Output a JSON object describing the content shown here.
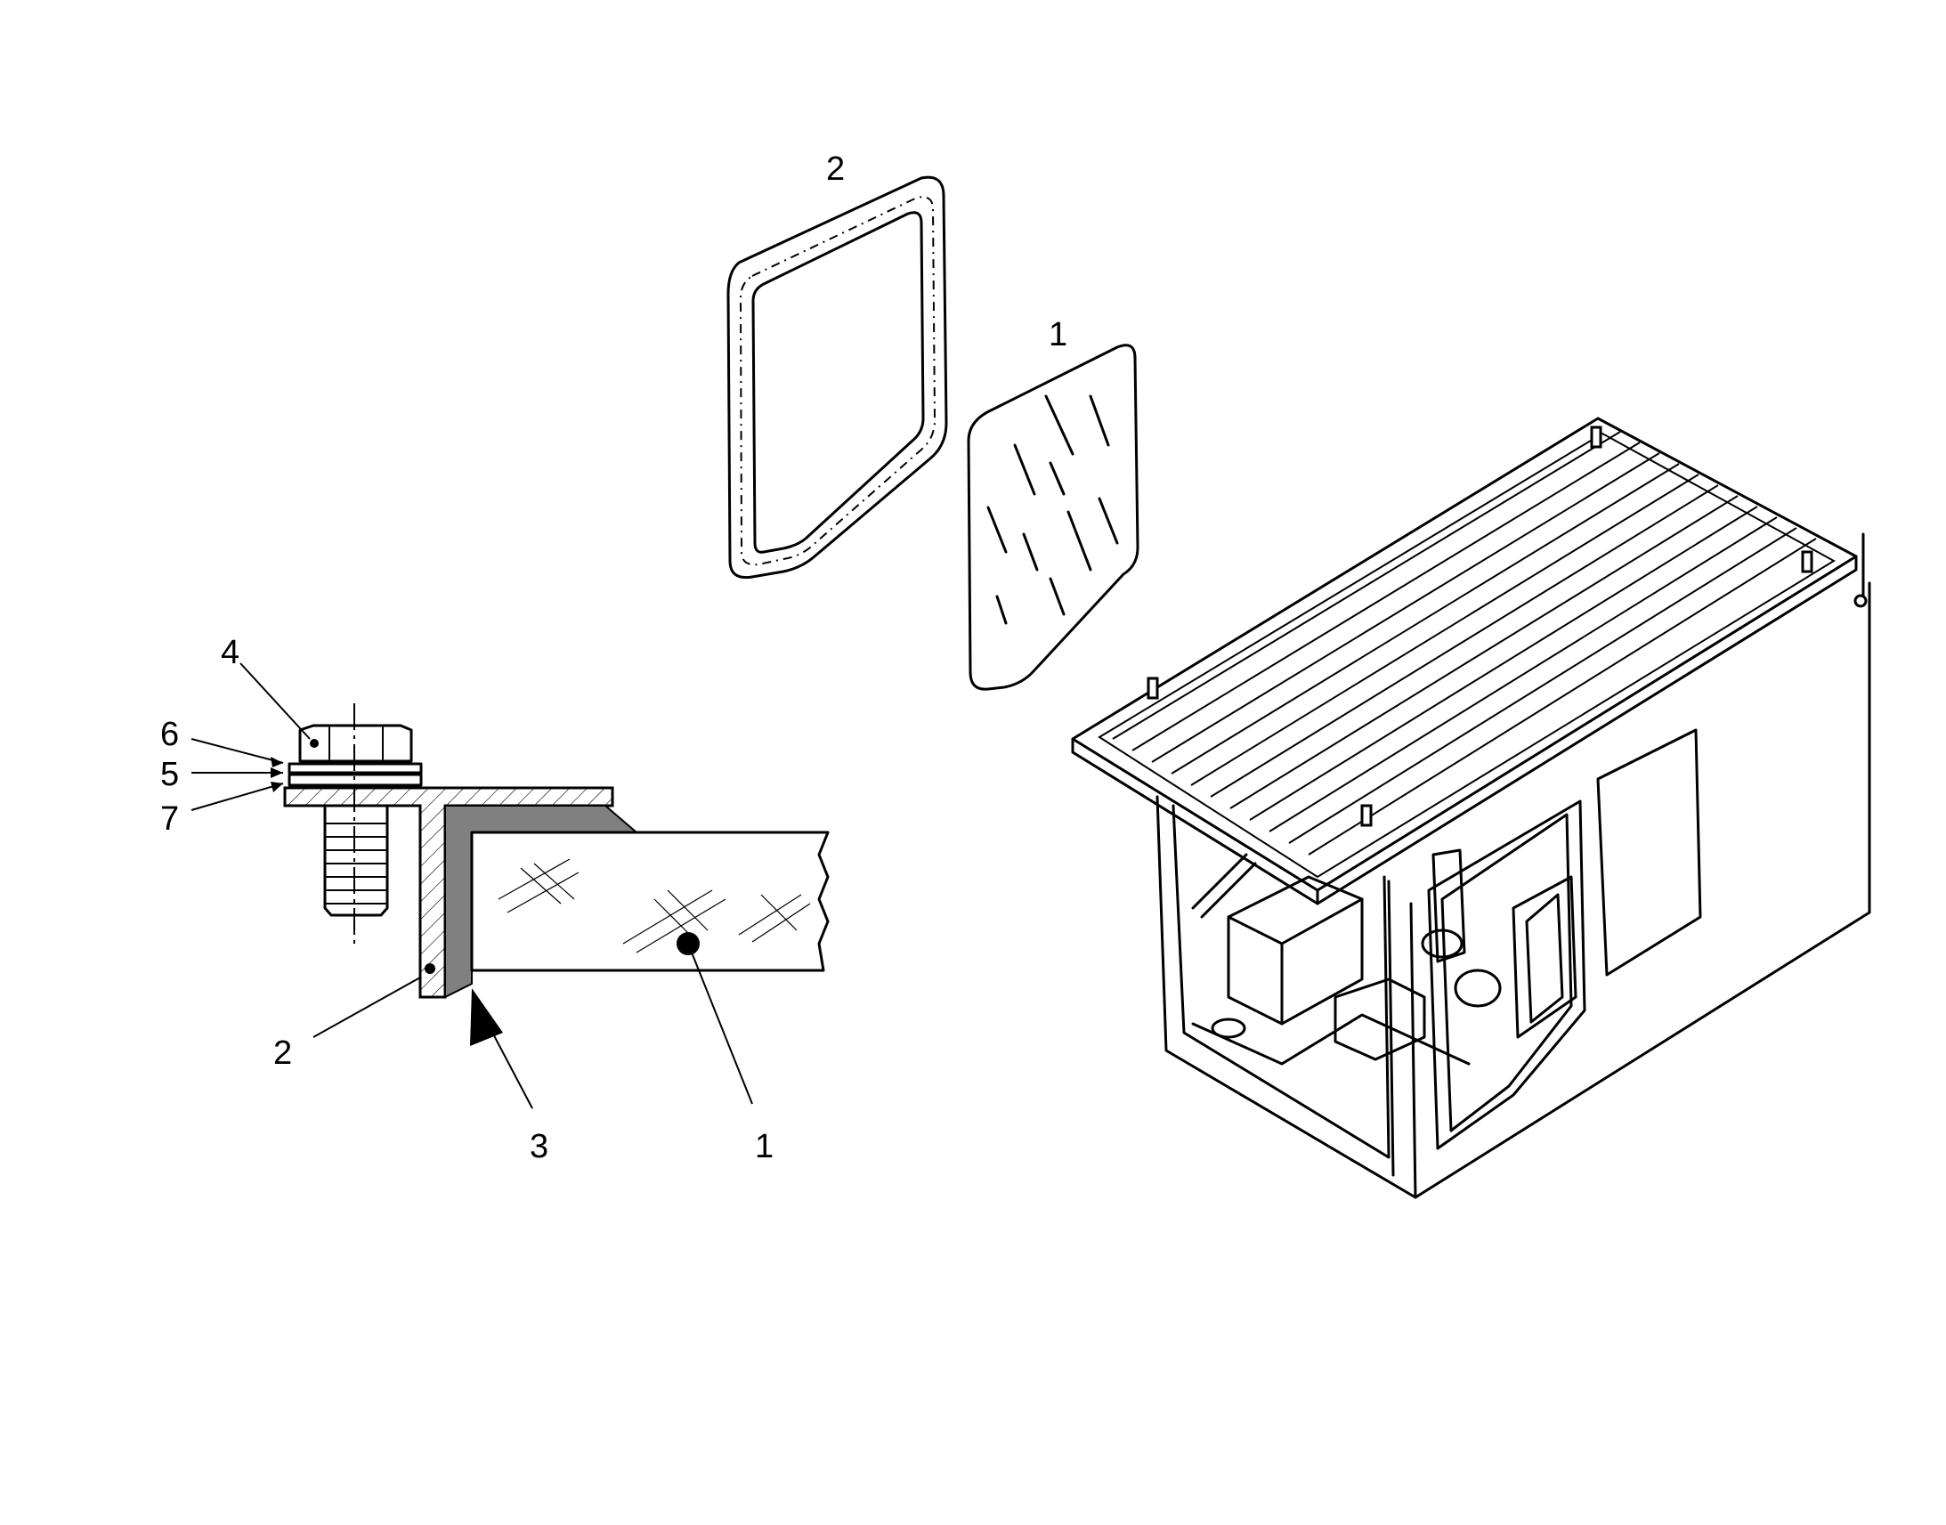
{
  "callouts": {
    "gasket_top": "2",
    "glass_top": "1",
    "bolt": "4",
    "washer_upper": "6",
    "washer_mid": "5",
    "washer_lower": "7",
    "gasket_detail": "2",
    "sealant": "3",
    "glass_detail": "1"
  }
}
